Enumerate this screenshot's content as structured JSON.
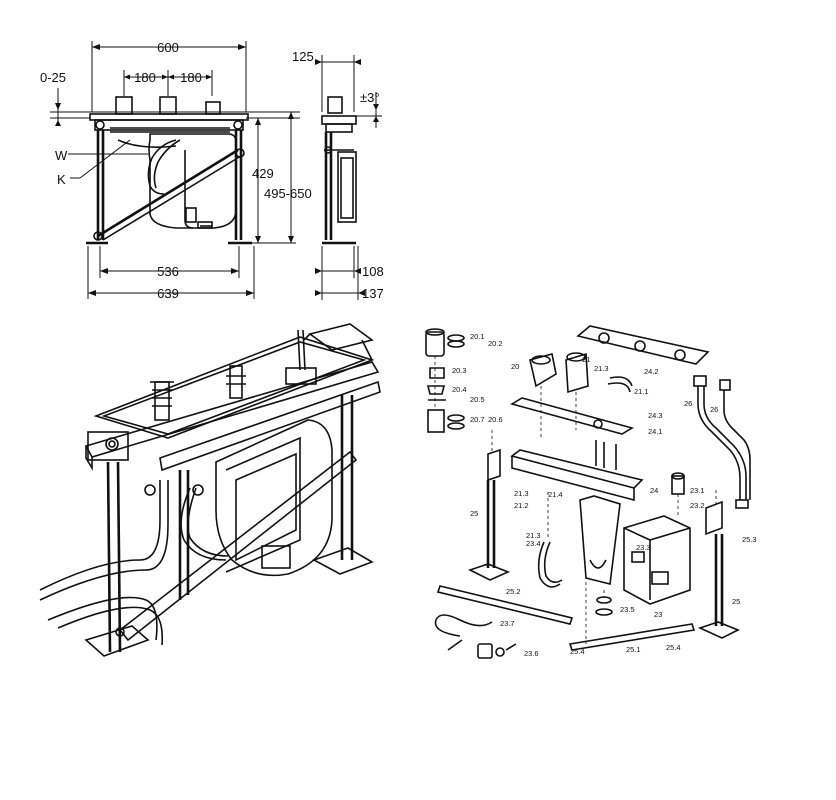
{
  "front_view": {
    "dims": {
      "top_width": "600",
      "spacing_left": "180",
      "spacing_right": "180",
      "left_offset": "0-25",
      "height_inner": "429",
      "height_total": "495-650",
      "foot_width": "536",
      "total_width": "639"
    },
    "labels": {
      "w": "W",
      "k": "K"
    }
  },
  "side_view": {
    "dims": {
      "depth_top": "125",
      "angle": "±3°",
      "foot_depth": "108",
      "total_depth": "137"
    }
  },
  "exploded_view": {
    "parts": [
      "20.1",
      "20.2",
      "20",
      "21",
      "21.3",
      "20.3",
      "20.4",
      "20.5",
      "20.7",
      "20.6",
      "24.2",
      "21.1",
      "26",
      "26",
      "24.3",
      "24.1",
      "21.3",
      "21.4",
      "21.2",
      "24",
      "23.1",
      "23.2",
      "25",
      "21.3",
      "23.4",
      "23.3",
      "25.3",
      "25.2",
      "23.5",
      "23",
      "23.7",
      "25",
      "23.6",
      "25.4",
      "25.1",
      "25.4"
    ]
  }
}
